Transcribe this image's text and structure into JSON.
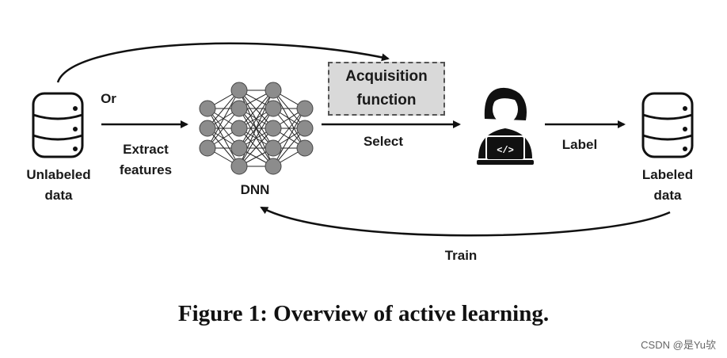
{
  "nodes": {
    "unlabeled": {
      "line1": "Unlabeled",
      "line2": "data"
    },
    "dnn": {
      "label": "DNN"
    },
    "acquisition": {
      "line1": "Acquisition",
      "line2": "function"
    },
    "labeled": {
      "line1": "Labeled",
      "line2": "data"
    }
  },
  "edges": {
    "or": "Or",
    "extract": {
      "line1": "Extract",
      "line2": "features"
    },
    "select": "Select",
    "label": "Label",
    "train": "Train"
  },
  "caption": "Figure 1: Overview of active learning.",
  "watermark": "CSDN @是Yu欤",
  "icons": {
    "annotator": "person-laptop-code-icon",
    "database": "database-icon"
  }
}
